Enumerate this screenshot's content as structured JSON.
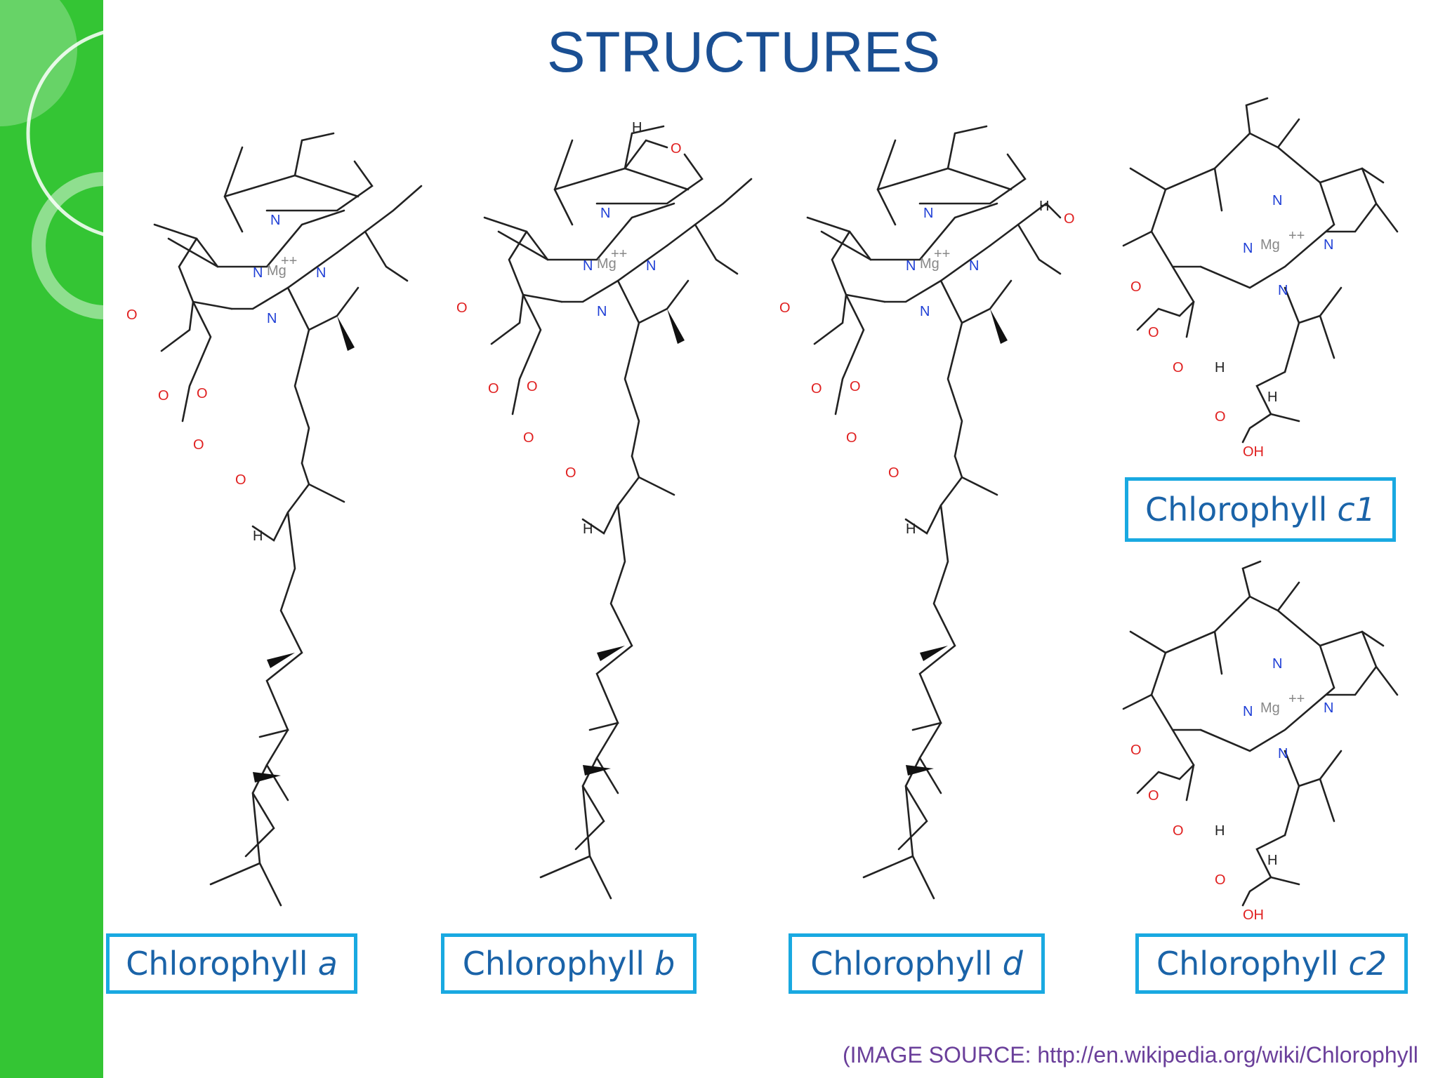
{
  "title": "STRUCTURES",
  "colors": {
    "sidebar": "#34c534",
    "title": "#1a4f93",
    "label_border": "#19a9e1",
    "label_text": "#1a63a8",
    "source_text": "#6a3f9a",
    "oxygen": "#e02020",
    "nitrogen": "#1f3fd6",
    "metal": "#888888"
  },
  "atoms": {
    "magnesium": "Mg",
    "charge": "++",
    "nitrogen": "N",
    "anion_mark": "-",
    "oxygen": "O",
    "hydrogen": "H",
    "hydroxyl": "OH"
  },
  "labels": [
    {
      "name": "Chlorophyll",
      "suffix": "a"
    },
    {
      "name": "Chlorophyll",
      "suffix": "b"
    },
    {
      "name": "Chlorophyll",
      "suffix": "d"
    },
    {
      "name": "Chlorophyll",
      "suffix": "c1"
    },
    {
      "name": "Chlorophyll",
      "suffix": "c2"
    }
  ],
  "source": "(IMAGE SOURCE: http://en.wikipedia.org/wiki/Chlorophyll"
}
